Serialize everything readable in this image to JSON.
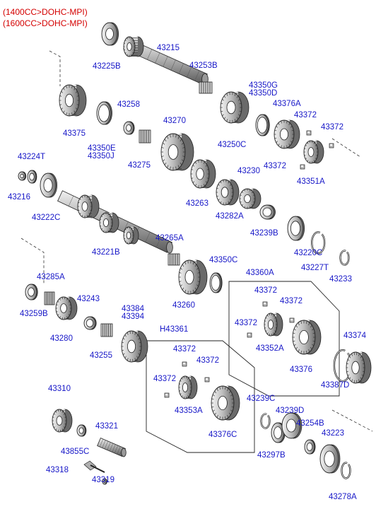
{
  "header": {
    "line1": "(1400CC>DOHC-MPI)",
    "line2": "(1600CC>DOHC-MPI)",
    "color": "#d40000"
  },
  "label_color": "#1818c8",
  "groups": {
    "g43360A": "43360A",
    "gH43361": "H43361"
  },
  "labels": {
    "p43225B": "43225B",
    "p43215": "43215",
    "p43253B": "43253B",
    "p43350G": "43350G",
    "p43350D": "43350D",
    "p43376A": "43376A",
    "p43372a": "43372",
    "p43372b": "43372",
    "p43258": "43258",
    "p43375": "43375",
    "p43350E": "43350E",
    "p43350J": "43350J",
    "p43270": "43270",
    "p43250C": "43250C",
    "p43224T": "43224T",
    "p43275": "43275",
    "p43372c": "43372",
    "p43351A": "43351A",
    "p43230": "43230",
    "p43216": "43216",
    "p43263": "43263",
    "p43282A": "43282A",
    "p43222C": "43222C",
    "p43239B": "43239B",
    "p43221B": "43221B",
    "p43265A": "43265A",
    "p43220C": "43220C",
    "p43227T": "43227T",
    "p43350C": "43350C",
    "p43233": "43233",
    "p43285A": "43285A",
    "p43372d": "43372",
    "p43259B": "43259B",
    "p43243": "43243",
    "p43372e": "43372",
    "p43260": "43260",
    "p43384": "43384",
    "p43394": "43394",
    "p43280": "43280",
    "p43372f": "43372",
    "p43352A": "43352A",
    "p43374": "43374",
    "p43255": "43255",
    "p43376": "43376",
    "p43372g": "43372",
    "p43372h": "43372",
    "p43387D": "43387D",
    "p43372i": "43372",
    "p43310": "43310",
    "p43353A": "43353A",
    "p43239C": "43239C",
    "p43239D": "43239D",
    "p43321": "43321",
    "p43254B": "43254B",
    "p43223": "43223",
    "p43376C": "43376C",
    "p43855C": "43855C",
    "p43297B": "43297B",
    "p43318": "43318",
    "p43319": "43319",
    "p43278A": "43278A"
  }
}
